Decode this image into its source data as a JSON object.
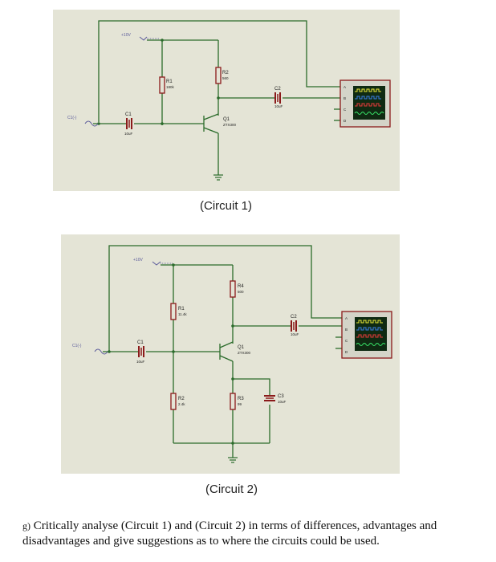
{
  "circuit1": {
    "caption": "(Circuit 1)",
    "supply": "+10V",
    "source": "C1(-)",
    "r1": {
      "name": "R1",
      "value": "180k"
    },
    "r2": {
      "name": "R2",
      "value": "560"
    },
    "c1": {
      "name": "C1",
      "value": "10uF"
    },
    "c2": {
      "name": "C2",
      "value": "10uF"
    },
    "q1": {
      "name": "Q1",
      "value": "ZTX300"
    },
    "scope_channels": [
      "A",
      "B",
      "C",
      "D"
    ]
  },
  "circuit2": {
    "caption": "(Circuit 2)",
    "supply": "+10V",
    "source": "C1(-)",
    "r1": {
      "name": "R1",
      "value": "11.4k"
    },
    "r2": {
      "name": "R2",
      "value": "2.4k"
    },
    "r3": {
      "name": "R3",
      "value": "99"
    },
    "r4": {
      "name": "R4",
      "value": "500"
    },
    "c1": {
      "name": "C1",
      "value": "10uF"
    },
    "c2": {
      "name": "C2",
      "value": "10uF"
    },
    "c3": {
      "name": "C3",
      "value": "10uF"
    },
    "q1": {
      "name": "Q1",
      "value": "ZTX300"
    },
    "scope_channels": [
      "A",
      "B",
      "C",
      "D"
    ]
  },
  "question": {
    "number": "g)",
    "text": "Critically analyse (Circuit 1) and (Circuit 2) in terms of differences, advantages and disadvantages and give suggestions as to where the circuits could be used."
  },
  "colors": {
    "panel": "#e4e4d6",
    "wire": "#2b6b2b",
    "component": "#8b1a1a",
    "scope_screen": "#0f2a12",
    "trace_yellow": "#e8e83a",
    "trace_blue": "#3a7de8",
    "trace_red": "#e83a3a",
    "trace_green": "#3ae86a"
  }
}
